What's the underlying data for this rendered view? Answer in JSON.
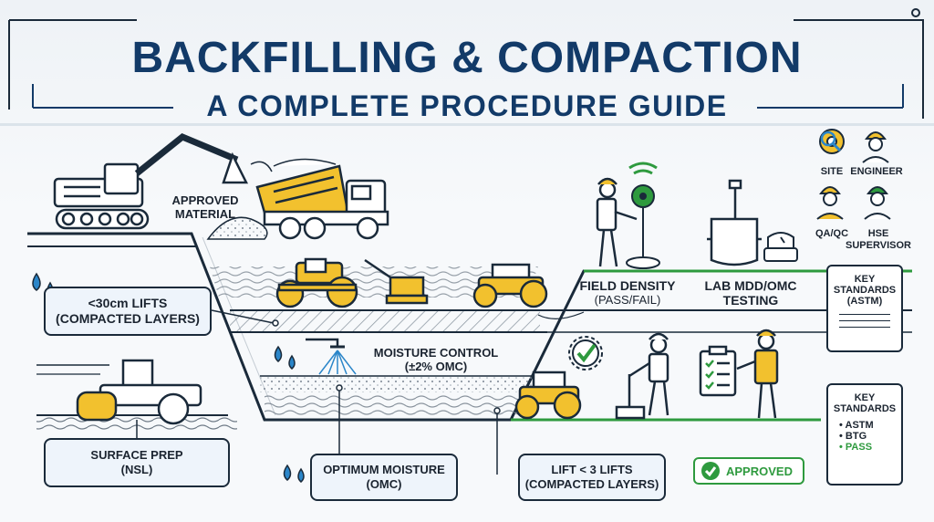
{
  "title": {
    "main": "BACKFILLING & COMPACTION",
    "sub": "A COMPLETE PROCEDURE GUIDE"
  },
  "labels": {
    "approved_material": "APPROVED\nMATERIAL",
    "lifts_box": "<30cm LIFTS\n(COMPACTED LAYERS)",
    "moisture_control": "MOISTURE CONTROL\n(±2% OMC)",
    "field_density": "FIELD DENSITY",
    "pass_fail": "(PASS/FAIL)",
    "lab_mdd": "LAB MDD/OMC\nTESTING",
    "surface_prep": "SURFACE PREP\n(NSL)",
    "optimum_moisture": "OPTIMUM MOISTURE\n(OMC)",
    "lift3": "LIFT < 3 LIFTS\n(COMPACTED LAYERS)",
    "approved_badge": "APPROVED"
  },
  "roles": {
    "site": "SITE",
    "engineer": "ENGINEER",
    "qaqc": "QA/QC",
    "hse": "HSE\nSUPERVISOR"
  },
  "standards_top": {
    "title": "KEY\nSTANDARDS\n(ASTM)"
  },
  "standards_bottom": {
    "title": "KEY\nSTANDARDS",
    "items": [
      "• ASTM",
      "• BTG"
    ],
    "pass": "• PASS"
  },
  "colors": {
    "navy": "#123a68",
    "yellow": "#f2c12e",
    "green": "#2e9a3e",
    "blue": "#2b86c9",
    "ink": "#1a2a3a"
  },
  "icons": [
    "excavator-icon",
    "dump-truck-icon",
    "roller-icon",
    "plate-compactor-icon",
    "water-drop-icon",
    "sprinkler-icon",
    "wifi-icon",
    "radiation-icon",
    "gear-check-icon",
    "clipboard-icon",
    "worker-icon",
    "scale-icon",
    "cylinder-icon",
    "check-circle-icon"
  ]
}
